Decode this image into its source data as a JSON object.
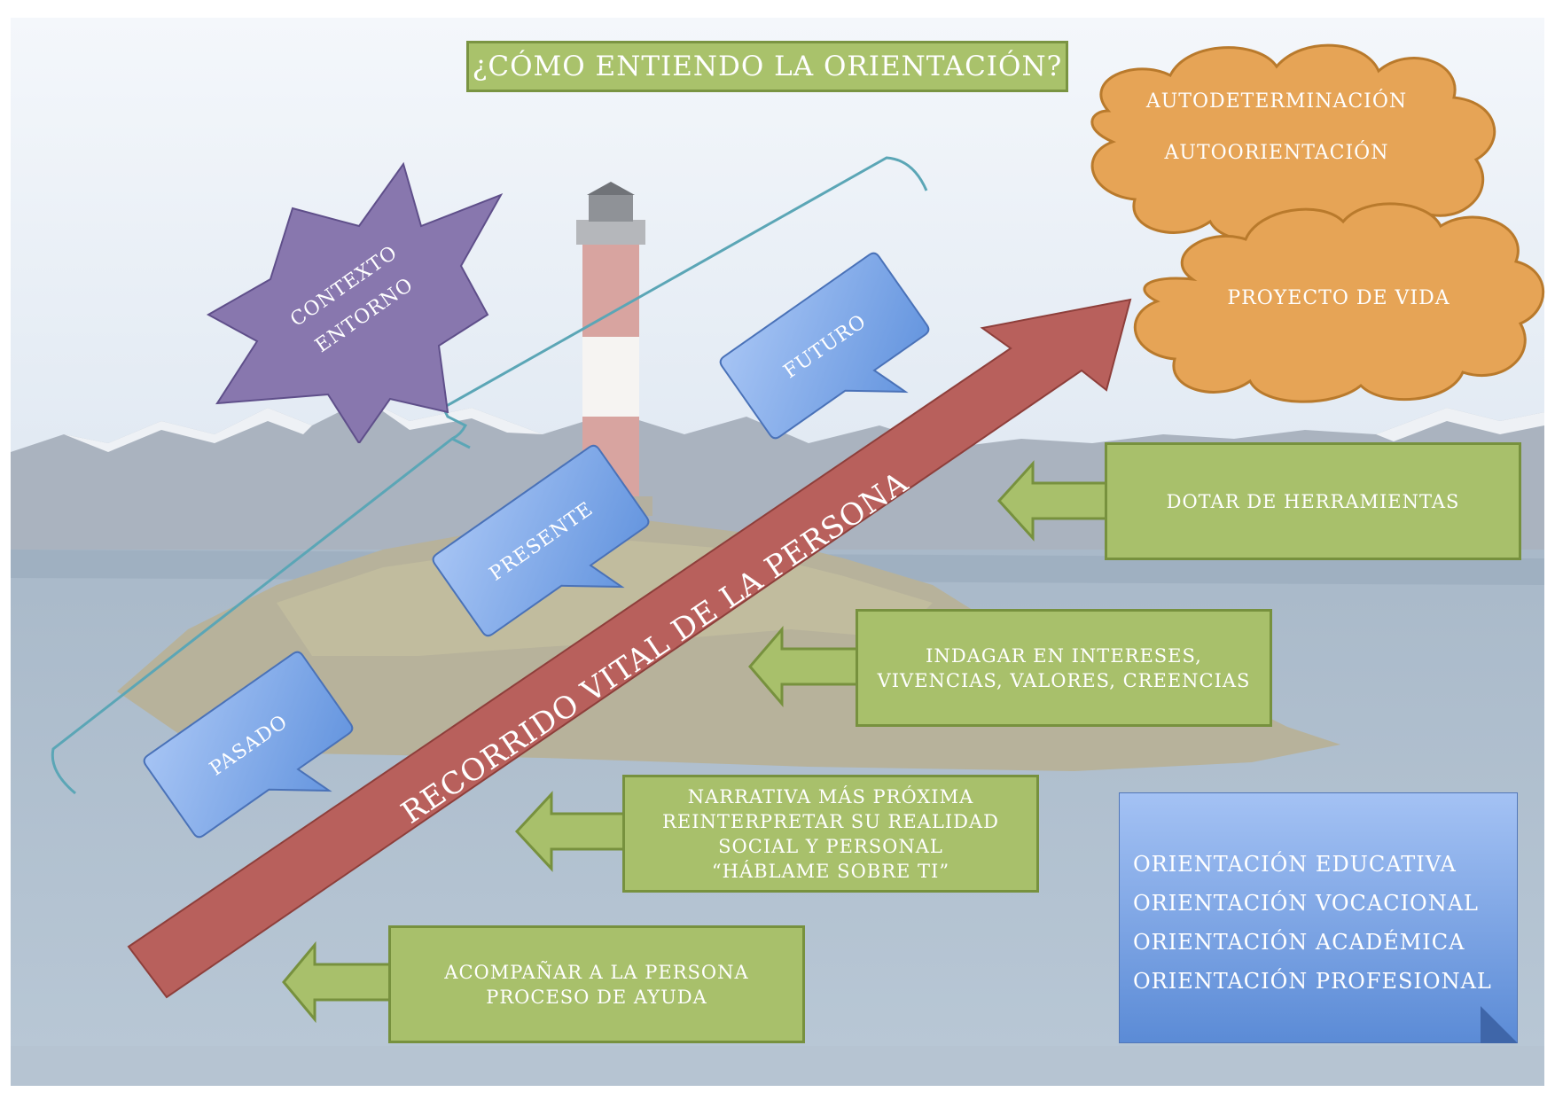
{
  "title": "¿CÓMO ENTIENDO LA ORIENTACIÓN?",
  "clouds": {
    "top": [
      "AUTODETERMINACIÓN",
      "AUTOORIENTACIÓN"
    ],
    "bottom": "PROYECTO DE VIDA"
  },
  "star": [
    "CONTEXTO",
    "ENTORNO"
  ],
  "callouts": {
    "futuro": "FUTURO",
    "presente": "PRESENTE",
    "pasado": "PASADO"
  },
  "main_arrow": "RECORRIDO VITAL DE LA PERSONA",
  "action_boxes": [
    {
      "lines": [
        "DOTAR DE HERRAMIENTAS"
      ]
    },
    {
      "lines": [
        "INDAGAR EN INTERESES,",
        "VIVENCIAS, VALORES, CREENCIAS"
      ]
    },
    {
      "lines": [
        "NARRATIVA MÁS PRÓXIMA",
        "REINTERPRETAR SU REALIDAD",
        "SOCIAL Y PERSONAL",
        "“HÁBLAME SOBRE TI”"
      ]
    },
    {
      "lines": [
        "ACOMPAÑAR A LA PERSONA",
        "PROCESO DE AYUDA"
      ]
    }
  ],
  "orientation_list": [
    "ORIENTACIÓN EDUCATIVA",
    "ORIENTACIÓN VOCACIONAL",
    "ORIENTACIÓN ACADÉMICA",
    "ORIENTACIÓN PROFESIONAL"
  ],
  "colors": {
    "green_box": "#a8c06b",
    "cloud": "#e6a456",
    "star": "#8877ae",
    "callout_blue": "#6f9ae2",
    "arrow_red": "#b8605c",
    "bracket": "#5ba6b6"
  }
}
